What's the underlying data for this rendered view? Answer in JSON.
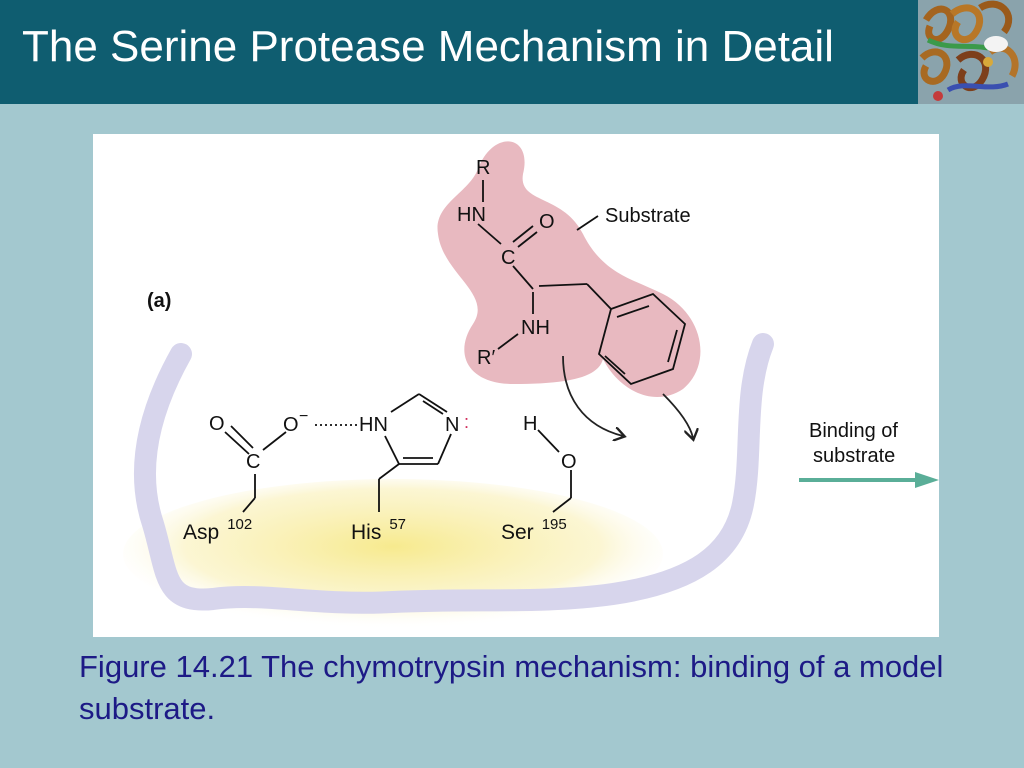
{
  "slide": {
    "title": "The Serine Protease Mechanism in Detail",
    "caption": "Figure 14.21 The chymotrypsin mechanism: binding of a model substrate."
  },
  "diagram": {
    "panel_label": "(a)",
    "substrate_label": "Substrate",
    "binding_label_line1": "Binding of",
    "binding_label_line2": "substrate",
    "atoms": {
      "R": "R",
      "HN": "HN",
      "O_carbonyl": "O",
      "C_carbonyl": "C",
      "NH": "NH",
      "R_prime": "R′",
      "asp_O1": "O",
      "asp_O2": "O",
      "asp_minus": "−",
      "asp_C": "C",
      "his_HN": "HN",
      "his_N": "N",
      "his_lonepair": ":",
      "ser_H": "H",
      "ser_O": "O"
    },
    "residues": [
      {
        "name": "Asp",
        "number": "102"
      },
      {
        "name": "His",
        "number": "57"
      },
      {
        "name": "Ser",
        "number": "195"
      }
    ]
  },
  "colors": {
    "title_bar": "#0f5d70",
    "background": "#a3c8cf",
    "caption_text": "#1d1a86",
    "substrate_blob": "#e8b9c0",
    "enzyme_band": "#d2d0ea",
    "active_site_glow": "#f7ea8e",
    "binding_arrow": "#5aae98"
  },
  "icons": [
    "protein-ribbon-icon",
    "binding-arrow-icon"
  ]
}
